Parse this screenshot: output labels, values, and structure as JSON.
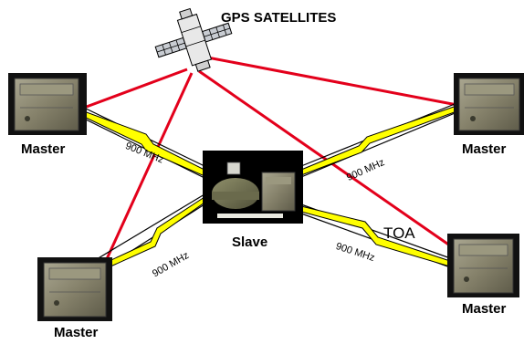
{
  "diagram": {
    "title": "GPS SATELLITES",
    "nodes": {
      "master_top_left": "Master",
      "master_top_right": "Master",
      "master_bottom_left": "Master",
      "master_bottom_right": "Master",
      "slave": "Slave"
    },
    "links": {
      "link_top_left": "900 MHz",
      "link_top_right": "900 MHz",
      "link_bottom_left": "900 MHz",
      "link_bottom_right": "900 MHz"
    },
    "annotation_toa": "TOA"
  },
  "colors": {
    "gps_link": "#e3001b",
    "radio_link": "#ffff00",
    "unit_body": "#8b8773"
  }
}
